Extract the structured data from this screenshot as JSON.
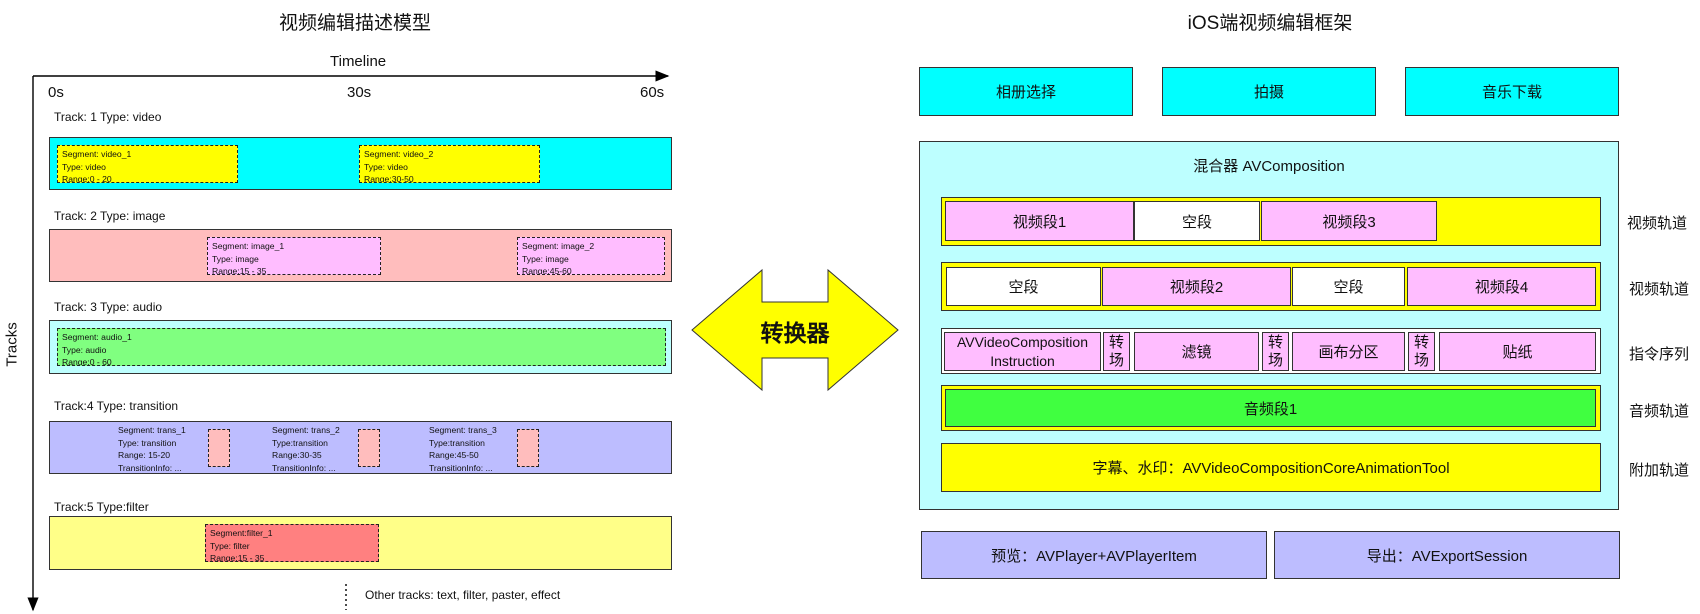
{
  "left": {
    "title": "视频编辑描述模型",
    "timeline": {
      "label": "Timeline",
      "ticks": [
        "0s",
        "30s",
        "60s"
      ]
    },
    "tracks_axis_label": "Tracks",
    "tracks": [
      {
        "label": "Track: 1 Type: video",
        "color": "#00FFFF",
        "segments": [
          {
            "lines": [
              "Segment: video_1",
              "Type: video",
              "Range:0 - 20"
            ],
            "color": "#FFFF00"
          },
          {
            "lines": [
              "Segment: video_2",
              "Type: video",
              "Range:30-50"
            ],
            "color": "#FFFF00"
          }
        ]
      },
      {
        "label": "Track: 2 Type: image",
        "color": "#FFBDBD",
        "segments": [
          {
            "lines": [
              "Segment: image_1",
              "Type: image",
              "Range:15 - 35"
            ],
            "color": "#FFBDFF"
          },
          {
            "lines": [
              "Segment: image_2",
              "Type: image",
              "Range:45-60"
            ],
            "color": "#FFBDFF"
          }
        ]
      },
      {
        "label": "Track: 3 Type: audio",
        "color": "#BDFFFF",
        "segments": [
          {
            "lines": [
              "Segment: audio_1",
              "Type: audio",
              "Range:0 - 60"
            ],
            "color": "#80FF80"
          }
        ]
      },
      {
        "label": "Track:4 Type: transition",
        "color": "#BDBDFF",
        "segments": [
          {
            "lines": [
              "Segment: trans_1",
              "Type: transition",
              "Range: 15-20",
              "TransitionInfo: ..."
            ],
            "color": "#FFBDBD"
          },
          {
            "lines": [
              "Segment: trans_2",
              "Type:transition",
              "Range:30-35",
              "TransitionInfo: ..."
            ],
            "color": "#FFBDBD"
          },
          {
            "lines": [
              "Segment: trans_3",
              "Type:transition",
              "Range:45-50",
              "TransitionInfo: ..."
            ],
            "color": "#FFBDBD"
          }
        ]
      },
      {
        "label": "Track:5 Type:filter",
        "color": "#FFFF88",
        "segments": [
          {
            "lines": [
              "Segment:filter_1",
              "Type: filter",
              "Range:15 - 35"
            ],
            "color": "#FF8080"
          }
        ]
      }
    ],
    "other_tracks": "Other tracks: text, filter, paster, effect"
  },
  "converter": {
    "label": "转换器",
    "color": "#FFFF00"
  },
  "right": {
    "title": "iOS端视频编辑框架",
    "inputs": [
      "相册选择",
      "拍摄",
      "音乐下载"
    ],
    "composition": {
      "title": "混合器 AVComposition",
      "color": "#BDFFFF",
      "rows": [
        {
          "items": [
            "视频段1",
            "空段",
            "视频段3"
          ],
          "side": "视频轨道"
        },
        {
          "items": [
            "空段",
            "视频段2",
            "空段",
            "视频段4"
          ],
          "side": "视频轨道"
        },
        {
          "items": [
            "AVVideoComposition\nInstruction",
            "转\n场",
            "滤镜",
            "转\n场",
            "画布分区",
            "转\n场",
            "贴纸"
          ],
          "side": "指令序列"
        },
        {
          "items": [
            "音频段1"
          ],
          "side": "音频轨道"
        },
        {
          "items": [
            "字幕、水印：AVVideoCompositionCoreAnimationTool"
          ],
          "side": "附加轨道"
        }
      ]
    },
    "outputs": [
      "预览：AVPlayer+AVPlayerItem",
      "导出：AVExportSession"
    ],
    "colors": {
      "cyan": "#00FFFF",
      "yellow": "#FFFF00",
      "pink": "#FFBDFF",
      "white": "#FFFFFF",
      "green": "#40FF40",
      "lavender": "#BDBDFF"
    }
  }
}
